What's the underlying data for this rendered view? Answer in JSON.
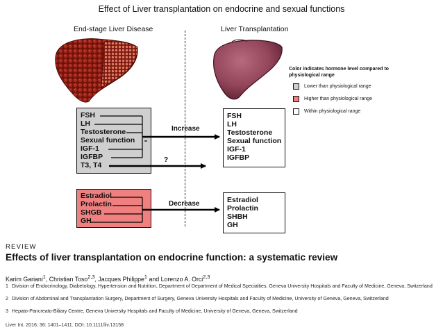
{
  "title": "Effect of Liver transplantation on endocrine and sexual functions",
  "left_heading": "End-stage Liver Disease",
  "right_heading": "Liver Transplantation",
  "legend": {
    "title": "Color indicates hormone level compared to physiological range",
    "items": [
      {
        "label": "Lower than physiological range",
        "color": "#cfcfcf"
      },
      {
        "label": "Higher than physiological range",
        "color": "#f08080"
      },
      {
        "label": "Within physiological range",
        "color": "#ffffff"
      }
    ]
  },
  "low_box": {
    "items": [
      "FSH",
      "LH",
      "Testosterone",
      "Sexual function",
      "IGF-1",
      "IGFBP",
      "T3, T4"
    ]
  },
  "high_box": {
    "items": [
      "Estradiol",
      "Prolactin",
      "SHGB",
      "GH"
    ]
  },
  "after_increase_box": {
    "items": [
      "FSH",
      "LH",
      "Testosterone",
      "Sexual function",
      "IGF-1",
      "IGFBP"
    ]
  },
  "after_decrease_box": {
    "items": [
      "Estradiol",
      "Prolactin",
      "SHBH",
      "GH"
    ]
  },
  "arrows": {
    "increase": "Increase",
    "unknown": "?",
    "decrease": "Decrease"
  },
  "paper": {
    "section": "REVIEW",
    "title": "Effects of liver transplantation on endocrine function: a systematic review",
    "authors": [
      {
        "name": "Karim Gariani",
        "sup": "1"
      },
      {
        "name": "Christian Toso",
        "sup": "2,3"
      },
      {
        "name": "Jacques Philippe",
        "sup": "1"
      },
      {
        "name": "Lorenzo A. Orci",
        "sup": "2,3"
      }
    ],
    "author_sep": ", ",
    "author_and": "and",
    "affiliations": [
      {
        "num": "1",
        "text": "Division of Endocrinology, Diabetology, Hypertension and Nutrition, Department of Department of Medical Specialties, Geneva University Hospitals and Faculty of Medicine, Geneva, Switzerland"
      },
      {
        "num": "2",
        "text": "Division of Abdominal and Transplantation Surgery, Department of Surgery, Geneva University Hospitals and Faculty of Medicine, University of Geneva, Geneva, Switzerland"
      },
      {
        "num": "3",
        "text": "Hepato-Pancreato-Biliary Centre, Geneva University Hospitals and Faculty of Medicine, University of Geneva, Geneva, Switzerland"
      }
    ],
    "citation": "Liver Int. 2016; 36: 1401–1411. DOI: 10.1111/liv.13158"
  },
  "colors": {
    "cirrhotic_liver": "#8b1a12",
    "healthy_liver": "#93455a",
    "arrow": "#000000"
  }
}
